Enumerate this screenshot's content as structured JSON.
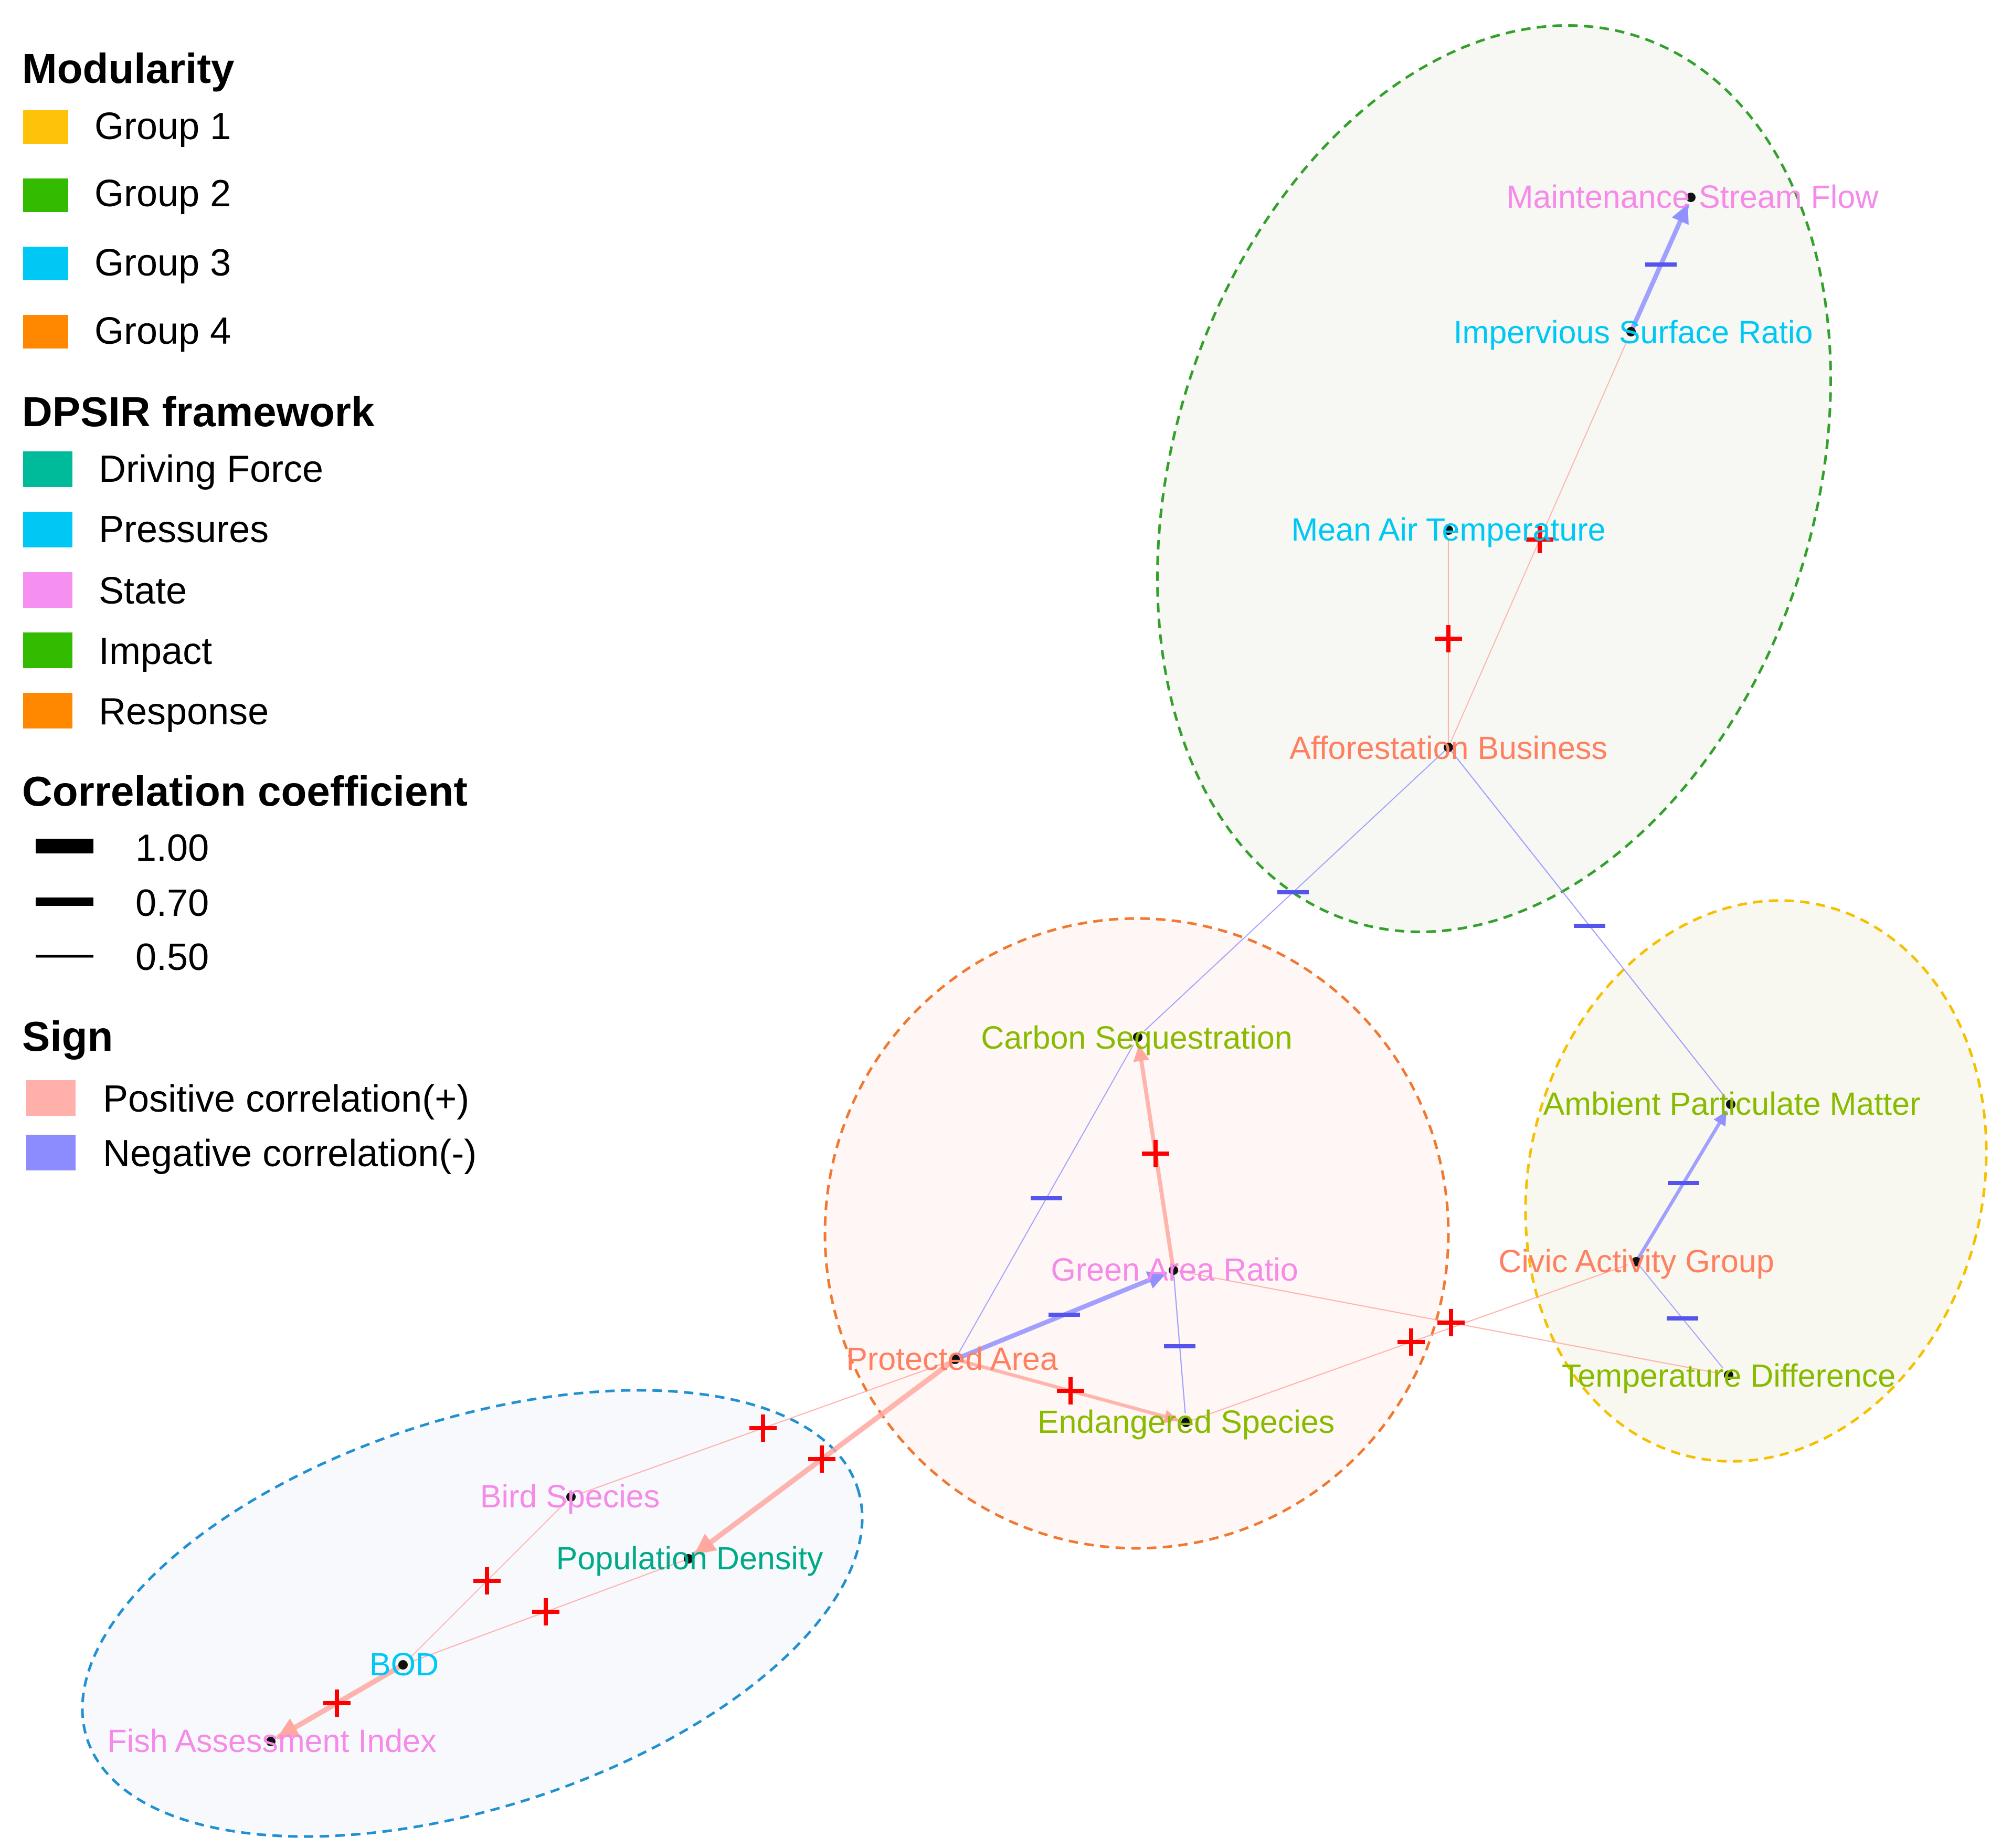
{
  "legend": {
    "modularity": {
      "title": "Modularity",
      "items": [
        {
          "label": "Group 1",
          "color": "#FFC20A"
        },
        {
          "label": "Group 2",
          "color": "#33BB00"
        },
        {
          "label": "Group 3",
          "color": "#00C8F5"
        },
        {
          "label": "Group 4",
          "color": "#FF8800"
        }
      ]
    },
    "dpsir": {
      "title": "DPSIR framework",
      "items": [
        {
          "label": "Driving Force",
          "color": "#00BB99"
        },
        {
          "label": "Pressures",
          "color": "#00C8F5"
        },
        {
          "label": "State",
          "color": "#F690F0"
        },
        {
          "label": "Impact",
          "color": "#33BB00"
        },
        {
          "label": "Response",
          "color": "#FF8800"
        }
      ]
    },
    "correlation": {
      "title": "Correlation coefficient",
      "items": [
        {
          "label": "1.00",
          "value": 1.0
        },
        {
          "label": "0.70",
          "value": 0.7
        },
        {
          "label": "0.50",
          "value": 0.5
        }
      ]
    },
    "sign": {
      "title": "Sign",
      "items": [
        {
          "label": "Positive correlation(+)",
          "color": "#FFB0AA"
        },
        {
          "label": "Negative correlation(-)",
          "color": "#8C8CFF"
        }
      ]
    }
  },
  "nodes": [
    {
      "id": "msf",
      "label": "Maintenance Stream Flow",
      "color": "#F58AE8"
    },
    {
      "id": "isr",
      "label": "Impervious Surface Ratio",
      "color": "#00C8F5"
    },
    {
      "id": "mat",
      "label": "Mean Air Temperature",
      "color": "#00C8F5"
    },
    {
      "id": "ab",
      "label": "Afforestation Business",
      "color": "#FF8060"
    },
    {
      "id": "cs",
      "label": "Carbon Sequestration",
      "color": "#88BB00"
    },
    {
      "id": "apm",
      "label": "Ambient Particulate Matter",
      "color": "#88BB00"
    },
    {
      "id": "gar",
      "label": "Green Area Ratio",
      "color": "#F58AE8"
    },
    {
      "id": "cag",
      "label": "Civic Activity Group",
      "color": "#FF8060"
    },
    {
      "id": "pa",
      "label": "Protected Area",
      "color": "#FF8060"
    },
    {
      "id": "td",
      "label": "Temperature Difference",
      "color": "#88BB00"
    },
    {
      "id": "es",
      "label": "Endangered Species",
      "color": "#88BB00"
    },
    {
      "id": "bs",
      "label": "Bird Species",
      "color": "#F58AE8"
    },
    {
      "id": "pd",
      "label": "Population Density",
      "color": "#00AA88"
    },
    {
      "id": "bod",
      "label": "BOD",
      "color": "#00C8F5"
    },
    {
      "id": "fai",
      "label": "Fish Assessment Index",
      "color": "#F58AE8"
    }
  ],
  "edges": [
    {
      "from": "isr",
      "to": "msf",
      "sign": "-",
      "weight": 0.85
    },
    {
      "from": "ab",
      "to": "isr",
      "sign": "+",
      "weight": 0.5
    },
    {
      "from": "ab",
      "to": "mat",
      "sign": "+",
      "weight": 0.55
    },
    {
      "from": "ab",
      "to": "cs",
      "sign": "-",
      "weight": 0.5
    },
    {
      "from": "ab",
      "to": "apm",
      "sign": "-",
      "weight": 0.55
    },
    {
      "from": "cag",
      "to": "apm",
      "sign": "-",
      "weight": 0.75
    },
    {
      "from": "cag",
      "to": "td",
      "sign": "-",
      "weight": 0.5
    },
    {
      "from": "gar",
      "to": "td",
      "sign": "+",
      "weight": 0.55
    },
    {
      "from": "es",
      "to": "cag",
      "sign": "+",
      "weight": 0.55
    },
    {
      "from": "gar",
      "to": "cs",
      "sign": "+",
      "weight": 0.8
    },
    {
      "from": "pa",
      "to": "cs",
      "sign": "-",
      "weight": 0.5
    },
    {
      "from": "pa",
      "to": "gar",
      "sign": "-",
      "weight": 0.85
    },
    {
      "from": "gar",
      "to": "es",
      "sign": "-",
      "weight": 0.55
    },
    {
      "from": "pa",
      "to": "es",
      "sign": "+",
      "weight": 0.75
    },
    {
      "from": "pa",
      "to": "bs",
      "sign": "+",
      "weight": 0.55
    },
    {
      "from": "pa",
      "to": "pd",
      "sign": "+",
      "weight": 0.9
    },
    {
      "from": "bs",
      "to": "bod",
      "sign": "+",
      "weight": 0.5
    },
    {
      "from": "pd",
      "to": "bod",
      "sign": "+",
      "weight": 0.55
    },
    {
      "from": "bod",
      "to": "fai",
      "sign": "+",
      "weight": 0.9
    }
  ],
  "groups": [
    {
      "name": "group-2",
      "color": "#33A02C"
    },
    {
      "name": "group-4",
      "color": "#F07830"
    },
    {
      "name": "group-1",
      "color": "#F5C000"
    },
    {
      "name": "group-3",
      "color": "#2090D0"
    }
  ]
}
